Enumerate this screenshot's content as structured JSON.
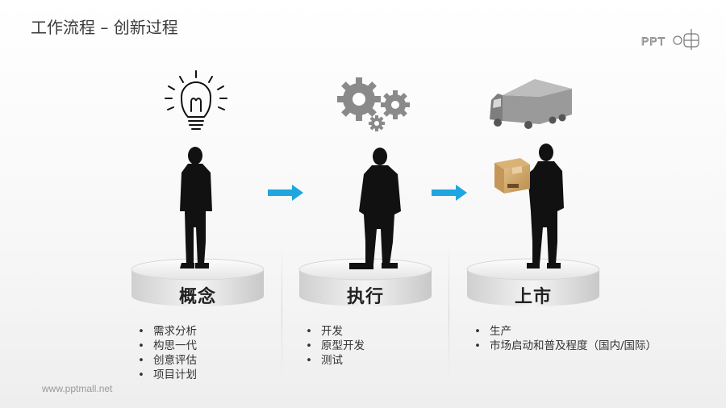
{
  "page": {
    "title": "工作流程 – 创新过程",
    "footer": "www.pptmall.net",
    "logo_text": "PPT"
  },
  "stages": [
    {
      "id": "concept",
      "label": "概念",
      "icon": "lightbulb-icon",
      "items": [
        "需求分析",
        "构思一代",
        "创意评估",
        "项目计划"
      ]
    },
    {
      "id": "execute",
      "label": "执行",
      "icon": "gears-icon",
      "items": [
        "开发",
        "原型开发",
        "测试"
      ]
    },
    {
      "id": "market",
      "label": "上市",
      "icon": "truck-icon",
      "items": [
        "生产",
        "市场启动和普及程度（国内/国际）"
      ]
    }
  ],
  "colors": {
    "arrow": "#1ea6e0",
    "silhouette": "#111111",
    "icon_gray": "#8a8a8a"
  }
}
